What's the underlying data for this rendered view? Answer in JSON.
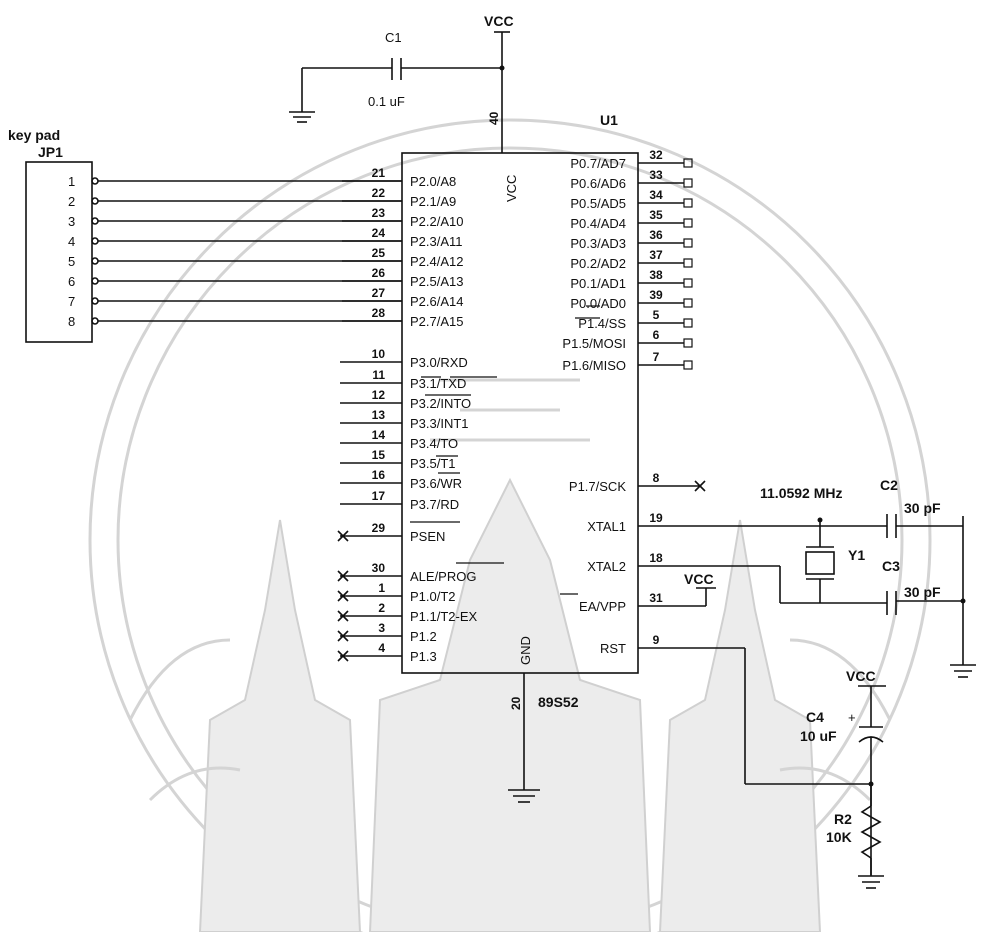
{
  "labels": {
    "vcc_top": "VCC",
    "c1_ref": "C1",
    "c1_val": "0.1 uF",
    "keypad_label": "key pad",
    "jp1_ref": "JP1",
    "u1_ref": "U1",
    "chip_vcc": "VCC",
    "chip_gnd": "GND",
    "pin40": "40",
    "pin20": "20",
    "chip_part": "89S52",
    "crystal_freq": "11.0592 MHz",
    "c2_ref": "C2",
    "c2_val": "30 pF",
    "y1_ref": "Y1",
    "c3_ref": "C3",
    "c3_val": "30 pF",
    "vcc_ea": "VCC",
    "vcc_c4": "VCC",
    "c4_ref": "C4",
    "c4_val": "10 uF",
    "c4_plus": "+",
    "r2_ref": "R2",
    "r2_val": "10K"
  },
  "keypad_pins": [
    "1",
    "2",
    "3",
    "4",
    "5",
    "6",
    "7",
    "8"
  ],
  "left_pins": [
    {
      "num": "21",
      "name": "P2.0/A8"
    },
    {
      "num": "22",
      "name": "P2.1/A9"
    },
    {
      "num": "23",
      "name": "P2.2/A10"
    },
    {
      "num": "24",
      "name": "P2.3/A11"
    },
    {
      "num": "25",
      "name": "P2.4/A12"
    },
    {
      "num": "26",
      "name": "P2.5/A13"
    },
    {
      "num": "27",
      "name": "P2.6/A14"
    },
    {
      "num": "28",
      "name": "P2.7/A15"
    },
    {
      "num": "10",
      "name": "P3.0/RXD"
    },
    {
      "num": "11",
      "name": "P3.1/TXD"
    },
    {
      "num": "12",
      "name": "P3.2/INTO"
    },
    {
      "num": "13",
      "name": "P3.3/INT1"
    },
    {
      "num": "14",
      "name": "P3.4/TO"
    },
    {
      "num": "15",
      "name": "P3.5/T1"
    },
    {
      "num": "16",
      "name": "P3.6/WR"
    },
    {
      "num": "17",
      "name": "P3.7/RD"
    },
    {
      "num": "29",
      "name": "PSEN"
    },
    {
      "num": "30",
      "name": "ALE/PROG"
    },
    {
      "num": "1",
      "name": "P1.0/T2"
    },
    {
      "num": "2",
      "name": "P1.1/T2-EX"
    },
    {
      "num": "3",
      "name": "P1.2"
    },
    {
      "num": "4",
      "name": "P1.3"
    }
  ],
  "right_pins": [
    {
      "num": "32",
      "name": "P0.7/AD7"
    },
    {
      "num": "33",
      "name": "P0.6/AD6"
    },
    {
      "num": "34",
      "name": "P0.5/AD5"
    },
    {
      "num": "35",
      "name": "P0.4/AD4"
    },
    {
      "num": "36",
      "name": "P0.3/AD3"
    },
    {
      "num": "37",
      "name": "P0.2/AD2"
    },
    {
      "num": "38",
      "name": "P0.1/AD1"
    },
    {
      "num": "39",
      "name": "P0.0/AD0"
    },
    {
      "num": "5",
      "name": "P1.4/SS"
    },
    {
      "num": "6",
      "name": "P1.5/MOSI"
    },
    {
      "num": "7",
      "name": "P1.6/MISO"
    },
    {
      "num": "8",
      "name": "P1.7/SCK"
    },
    {
      "num": "19",
      "name": "XTAL1"
    },
    {
      "num": "18",
      "name": "XTAL2"
    },
    {
      "num": "31",
      "name": "EA/VPP"
    },
    {
      "num": "9",
      "name": "RST"
    }
  ]
}
